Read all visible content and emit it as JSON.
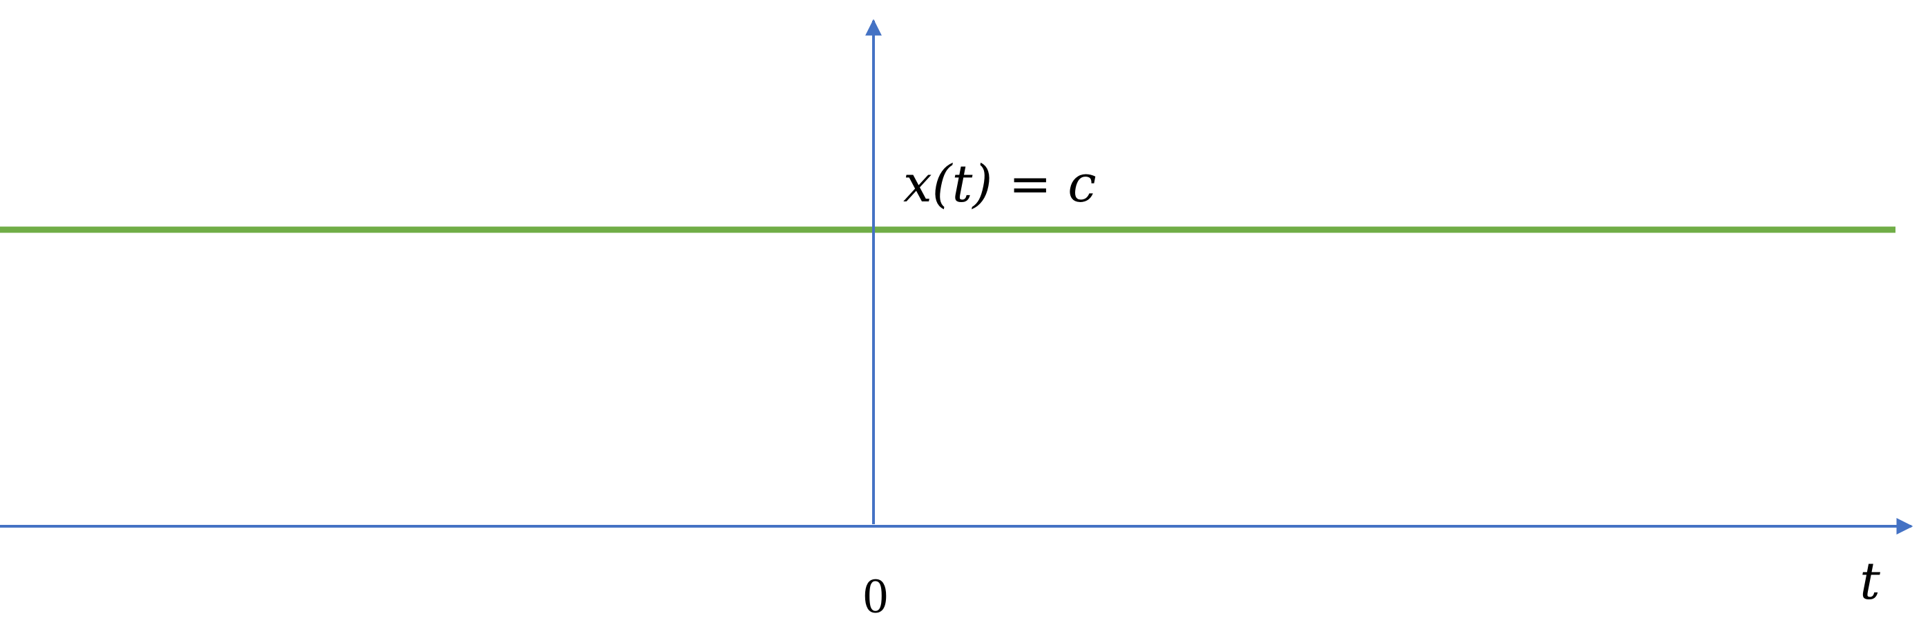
{
  "diagram": {
    "function_label": "x(t) = c",
    "horizontal_axis_label": "t",
    "origin_label": "0"
  },
  "colors": {
    "axis": "#4472C4",
    "signal": "#70AD47",
    "text": "#000000"
  }
}
